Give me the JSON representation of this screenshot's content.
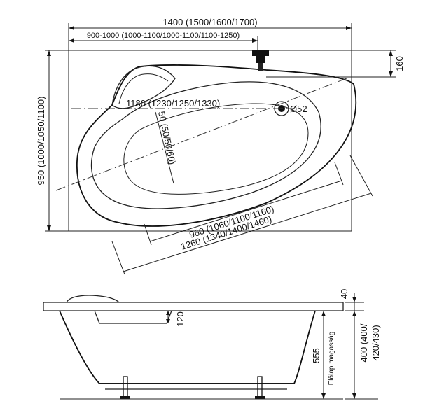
{
  "top_view": {
    "overall_width": "1400 (1500/1600/1700)",
    "inner_width": "900-1000 (1000-1100/1000-1100/1100-1250)",
    "depth": "950 (1000/1050/1100)",
    "drain_offset": "160",
    "drain_diameter": "Ø52",
    "axis_length": "1180 (1230/1250/1330)",
    "inner_bottom_width": "50 (50/50/60)",
    "inner_length": "960 (1060/1100/1160)",
    "outer_length": "1260 (1340/1400/1460)"
  },
  "side_view": {
    "rim_height": "40",
    "headrest_height": "120",
    "total_height": "555",
    "legs_height": "400 (400/\n420/430)",
    "legs_height_line1": "400 (400/",
    "legs_height_line2": "420/430)",
    "support_label": "Előlap magasság"
  }
}
